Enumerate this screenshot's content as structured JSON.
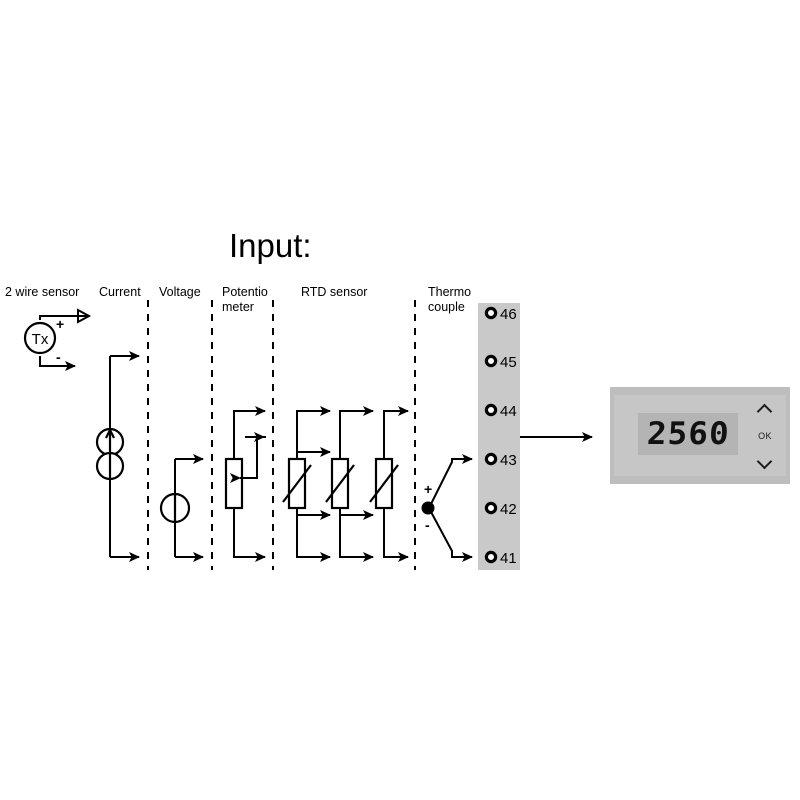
{
  "title": "Input:",
  "columns": [
    {
      "id": "two-wire-sensor",
      "label": "2 wire sensor",
      "label_lines": [
        "2 wire sensor"
      ]
    },
    {
      "id": "current",
      "label": "Current",
      "label_lines": [
        "Current"
      ]
    },
    {
      "id": "voltage",
      "label": "Voltage",
      "label_lines": [
        "Voltage"
      ]
    },
    {
      "id": "potentiometer",
      "label": "Potentio meter",
      "label_lines": [
        "Potentio",
        "meter"
      ]
    },
    {
      "id": "rtd-sensor",
      "label": "RTD sensor",
      "label_lines": [
        "RTD sensor"
      ]
    },
    {
      "id": "thermocouple",
      "label": "Thermo couple",
      "label_lines": [
        "Thermo",
        "couple"
      ]
    }
  ],
  "symbols": {
    "transmitter_label": "Tx",
    "transmitter_plus": "+",
    "transmitter_minus": "-",
    "thermocouple_plus": "+",
    "thermocouple_minus": "-"
  },
  "terminal_strip": {
    "terminals": [
      "46",
      "45",
      "44",
      "43",
      "42",
      "41"
    ],
    "strip_color": "#c9c9c9"
  },
  "display": {
    "value": "2560",
    "ok_label": "OK",
    "up_icon": "chevron-up-icon",
    "down_icon": "chevron-down-icon",
    "body_color": "#bdbdbd",
    "bezel_color": "#c6c6c6",
    "lcd_color": "#b4b4b4",
    "digit_color": "#111111"
  }
}
